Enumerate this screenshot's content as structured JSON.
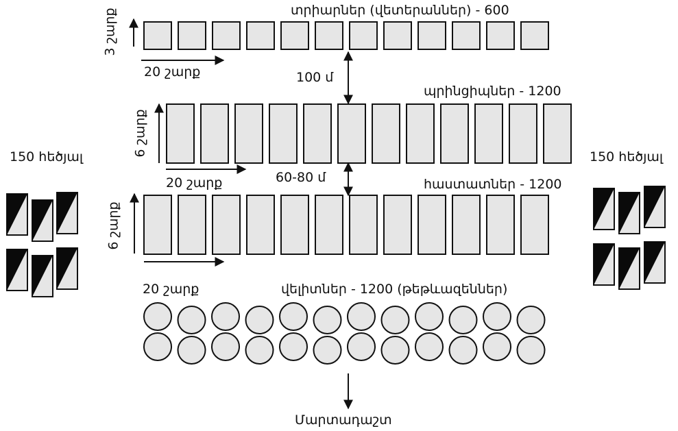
{
  "labels": {
    "veterans": "տրիարներ (վետերաններ) - 600",
    "princes": "պրինցիպներ - 1200",
    "hastati": "հաստատներ - 1200",
    "velites": "վելիտներ - 1200 (թեթևազեններ)",
    "dist_100": "100 մ",
    "dist_60_80": "60-80 մ",
    "rows_20_a": "20 շարք",
    "rows_20_b": "20 շարք",
    "rows_20_c": "20 շարք",
    "rows_3": "3 շարք",
    "rows_6_a": "6 շարք",
    "rows_6_b": "6 շարք",
    "cavalry_left": "150 հեծյալ",
    "cavalry_right": "150 հեծյալ",
    "battlefield": "Մարտադաշտ"
  },
  "colors": {
    "unit_fill": "#e6e6e6",
    "stroke": "#111111",
    "cavalry_dark": "#0a0a0a"
  }
}
